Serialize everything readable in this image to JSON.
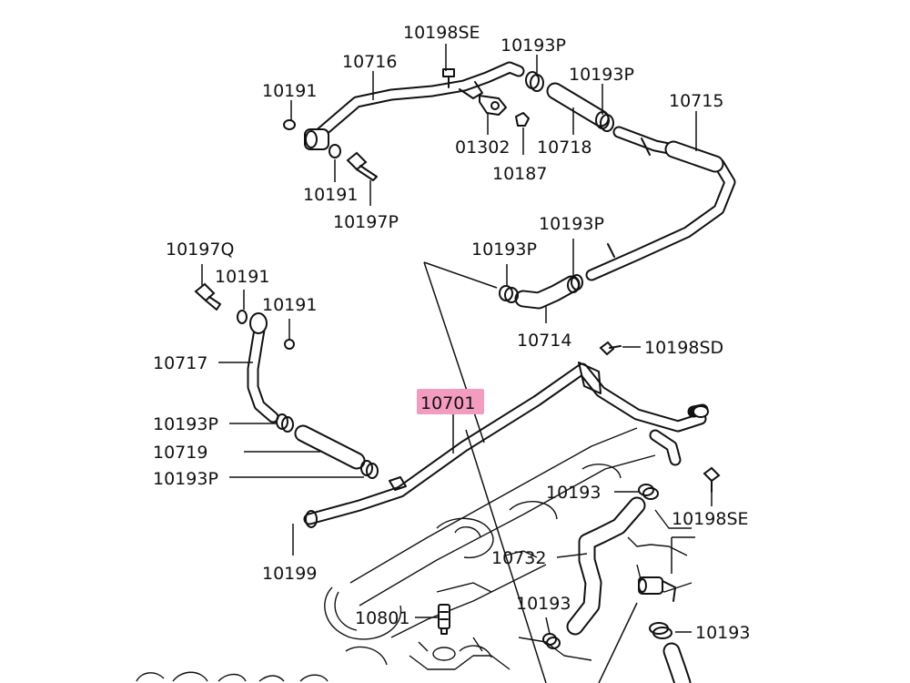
{
  "labels": {
    "p10198SE_top": "10198SE",
    "p10193P_a": "10193P",
    "p10716": "10716",
    "p10193P_b": "10193P",
    "p10191_a": "10191",
    "p10715": "10715",
    "p01302": "01302",
    "p10718": "10718",
    "p10187": "10187",
    "p10191_b": "10191",
    "p10197P": "10197P",
    "p10193P_c": "10193P",
    "p10197Q": "10197Q",
    "p10193P_d": "10193P",
    "p10191_c": "10191",
    "p10191_d": "10191",
    "p10714": "10714",
    "p10198SD": "10198SD",
    "p10717": "10717",
    "p10701": "10701",
    "p10193P_e": "10193P",
    "p10719": "10719",
    "p10193P_f": "10193P",
    "p10193_a": "10193",
    "p10198SE_bot": "10198SE",
    "p10199": "10199",
    "p10732": "10732",
    "p10801": "10801",
    "p10193_b": "10193",
    "p10193_c": "10193"
  },
  "highlight_color": "#f29cbf"
}
